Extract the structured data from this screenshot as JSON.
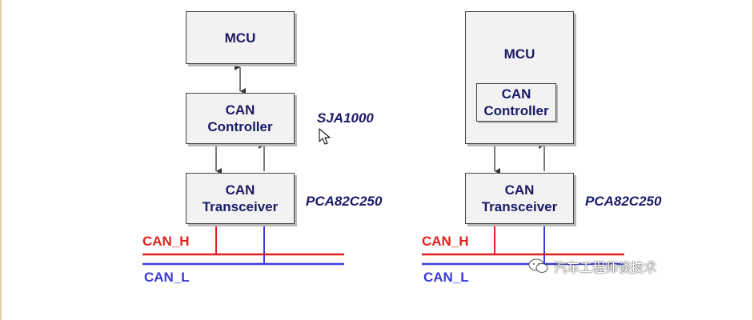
{
  "colors": {
    "text": "#1a1a66",
    "can_h": "#e0201b",
    "can_l": "#3a3ad8",
    "box_fill": "#f2f2f2",
    "box_border": "#444444"
  },
  "left": {
    "mcu": "MCU",
    "controller_line1": "CAN",
    "controller_line2": "Controller",
    "controller_chip": "SJA1000",
    "transceiver_line1": "CAN",
    "transceiver_line2": "Transceiver",
    "transceiver_chip": "PCA82C250",
    "can_h": "CAN_H",
    "can_l": "CAN_L"
  },
  "right": {
    "mcu": "MCU",
    "controller_line1": "CAN",
    "controller_line2": "Controller",
    "transceiver_line1": "CAN",
    "transceiver_line2": "Transceiver",
    "transceiver_chip": "PCA82C250",
    "can_h": "CAN_H",
    "can_l": "CAN_L"
  },
  "watermark": {
    "icon": "wechat-icon",
    "text": "汽车工程师谈技术"
  },
  "cursor_icon": "mouse-cursor-icon"
}
